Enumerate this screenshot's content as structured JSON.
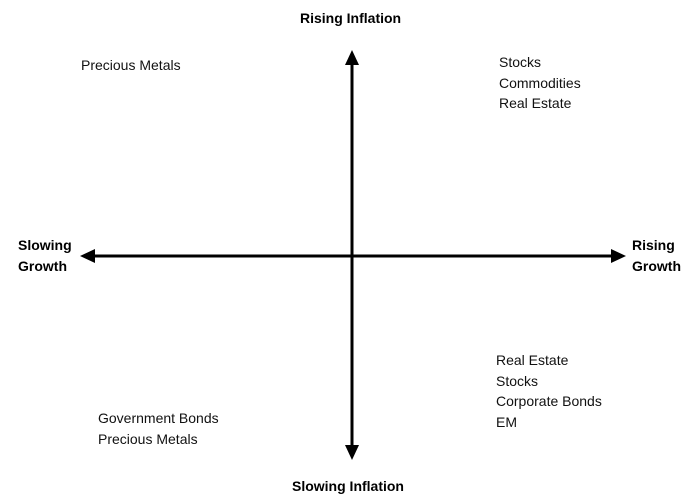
{
  "axes": {
    "top": "Rising Inflation",
    "bottom": "Slowing Inflation",
    "left": [
      "Slowing",
      "Growth"
    ],
    "right": [
      "Rising",
      "Growth"
    ]
  },
  "quadrants": {
    "top_left": [
      "Precious Metals"
    ],
    "top_right": [
      "Stocks",
      "Commodities",
      "Real Estate"
    ],
    "bottom_right": [
      "Real Estate",
      "Stocks",
      "Corporate Bonds",
      "EM"
    ],
    "bottom_left": [
      "Government Bonds",
      "Precious Metals"
    ]
  },
  "colors": {
    "axis": "#000000",
    "text": "#111111"
  }
}
